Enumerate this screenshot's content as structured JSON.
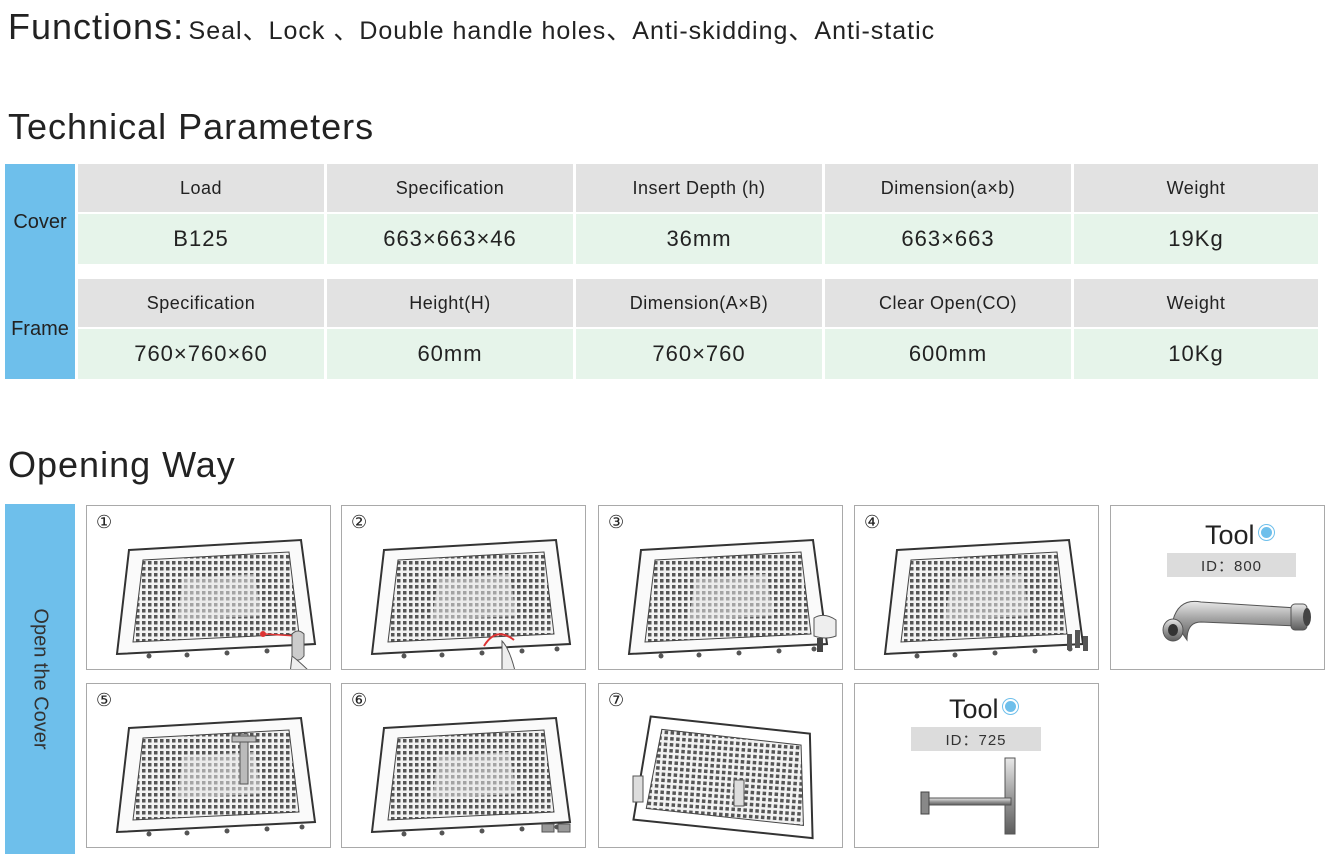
{
  "functions": {
    "heading": "Functions:",
    "list": "Seal、Lock 、Double handle holes、Anti-skidding、Anti-static"
  },
  "technical": {
    "title": "Technical Parameters",
    "cover": {
      "label": "Cover",
      "headers": [
        "Load",
        "Specification",
        "Insert Depth (h)",
        "Dimension(a×b)",
        "Weight"
      ],
      "values": [
        "B125",
        "663×663×46",
        "36mm",
        "663×663",
        "19Kg"
      ]
    },
    "frame": {
      "label": "Frame",
      "headers": [
        "Specification",
        "Height(H)",
        "Dimension(A×B)",
        "Clear Open(CO)",
        "Weight"
      ],
      "values": [
        "760×760×60",
        "60mm",
        "760×760",
        "600mm",
        "10Kg"
      ]
    }
  },
  "opening": {
    "title": "Opening Way",
    "side_label": "Open the Cover",
    "steps": [
      "①",
      "②",
      "③",
      "④",
      "⑤",
      "⑥",
      "⑦"
    ],
    "tools": [
      {
        "title": "Tool",
        "id": "ID：800",
        "icon": "l-wrench-icon"
      },
      {
        "title": "Tool",
        "id": "ID：725",
        "icon": "t-handle-key-icon"
      }
    ]
  },
  "colors": {
    "accent": "#6ebfeb",
    "header_cell": "#e2e2e2",
    "value_cell": "#e6f4ea"
  }
}
